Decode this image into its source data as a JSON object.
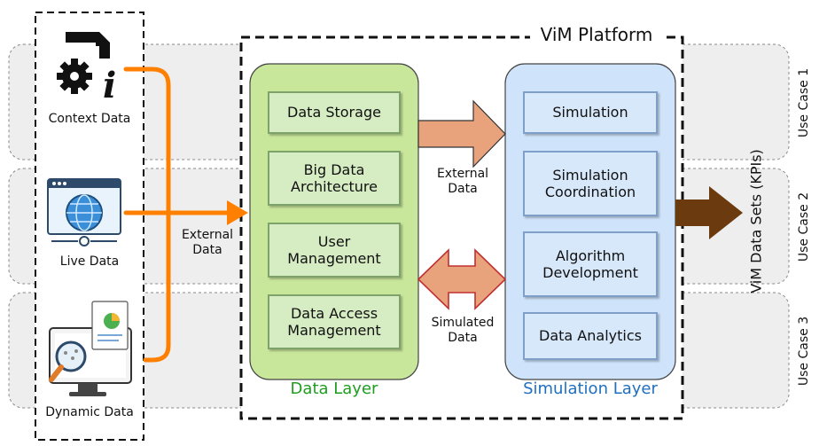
{
  "platform": {
    "title": "ViM Platform"
  },
  "sources": {
    "context": "Context Data",
    "live": "Live Data",
    "dynamic": "Dynamic Data"
  },
  "arrows": {
    "external_left": [
      "External",
      "Data"
    ],
    "external_mid": [
      "External",
      "Data"
    ],
    "simulated_mid": [
      "Simulated",
      "Data"
    ]
  },
  "data_layer": {
    "title": "Data Layer",
    "title_color": "#1f9d1f",
    "items": [
      [
        "Data Storage"
      ],
      [
        "Big Data",
        "Architecture"
      ],
      [
        "User",
        "Management"
      ],
      [
        "Data Access",
        "Management"
      ]
    ]
  },
  "simulation_layer": {
    "title": "Simulation Layer",
    "title_color": "#1f6fc0",
    "items": [
      [
        "Simulation"
      ],
      [
        "Simulation",
        "Coordination"
      ],
      [
        "Algorithm",
        "Development"
      ],
      [
        "Data Analytics"
      ]
    ]
  },
  "output": {
    "label": "ViM Data Sets (KPIs)"
  },
  "use_cases": [
    "Use Case 1",
    "Use Case 2",
    "Use Case 3"
  ],
  "colors": {
    "orange": "#ff8000",
    "salmon": "#e8a27c",
    "brown": "#6b3a0e",
    "green_fill": "#c9e79b",
    "blue_fill": "#cfe4fb"
  }
}
